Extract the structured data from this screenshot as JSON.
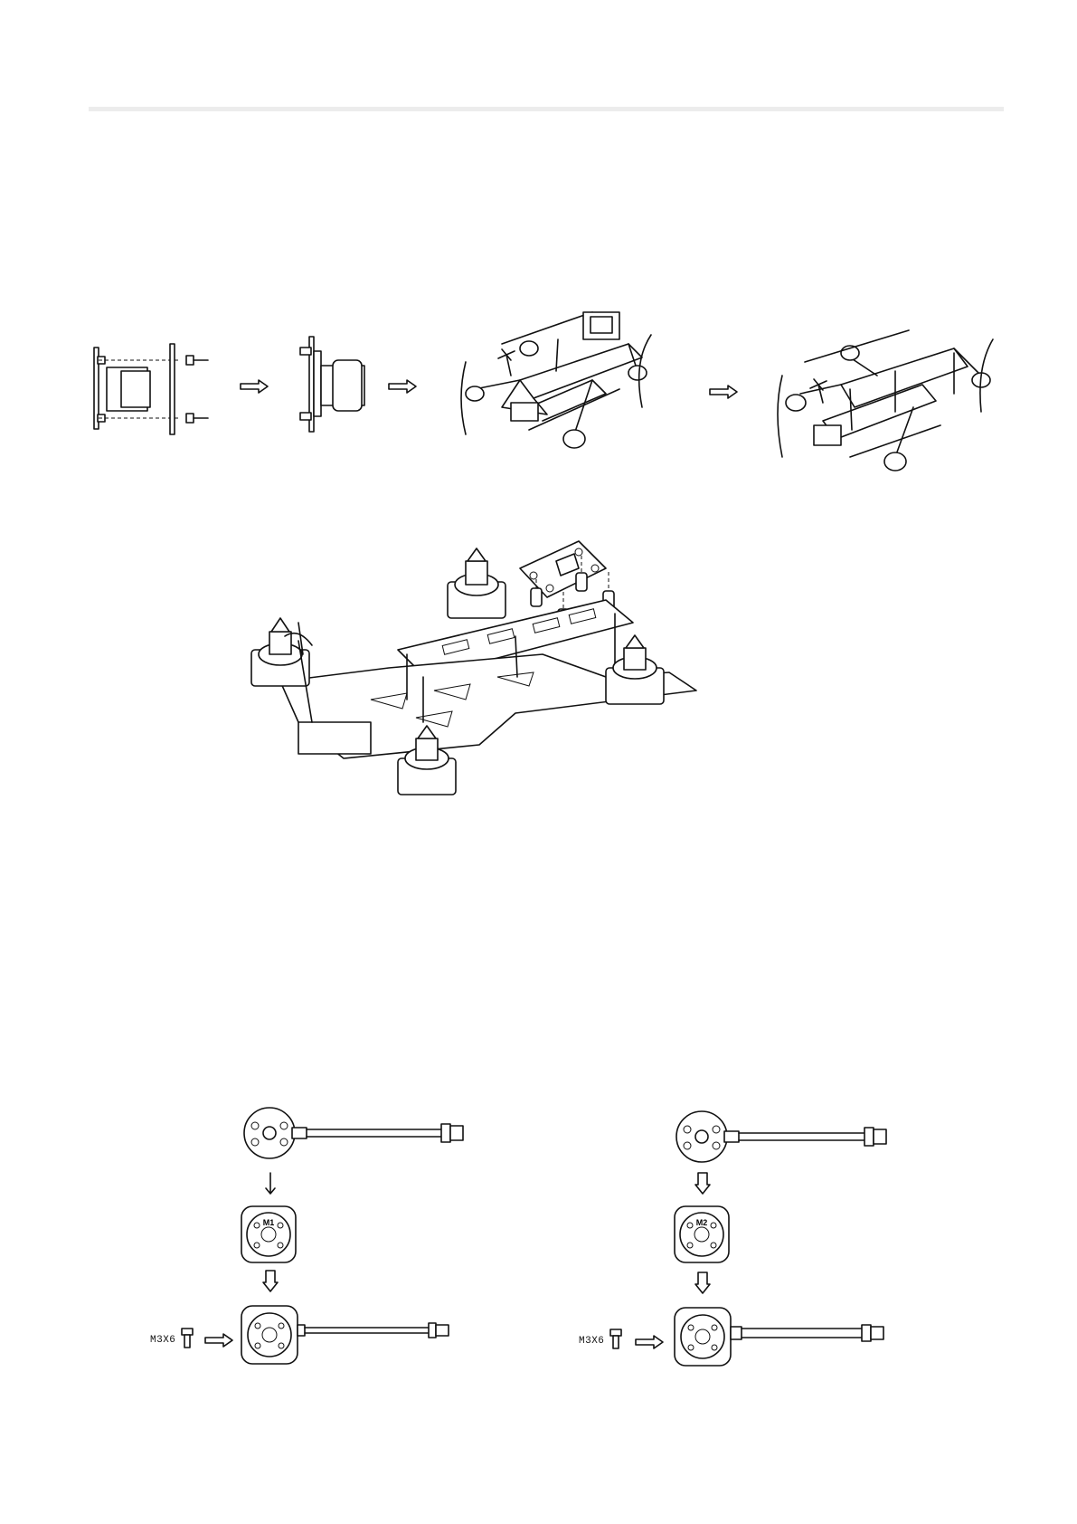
{
  "labels": {
    "screw_left": "M3X6",
    "screw_right": "M3X6",
    "motor_left": "M1",
    "motor_right": "M2"
  }
}
